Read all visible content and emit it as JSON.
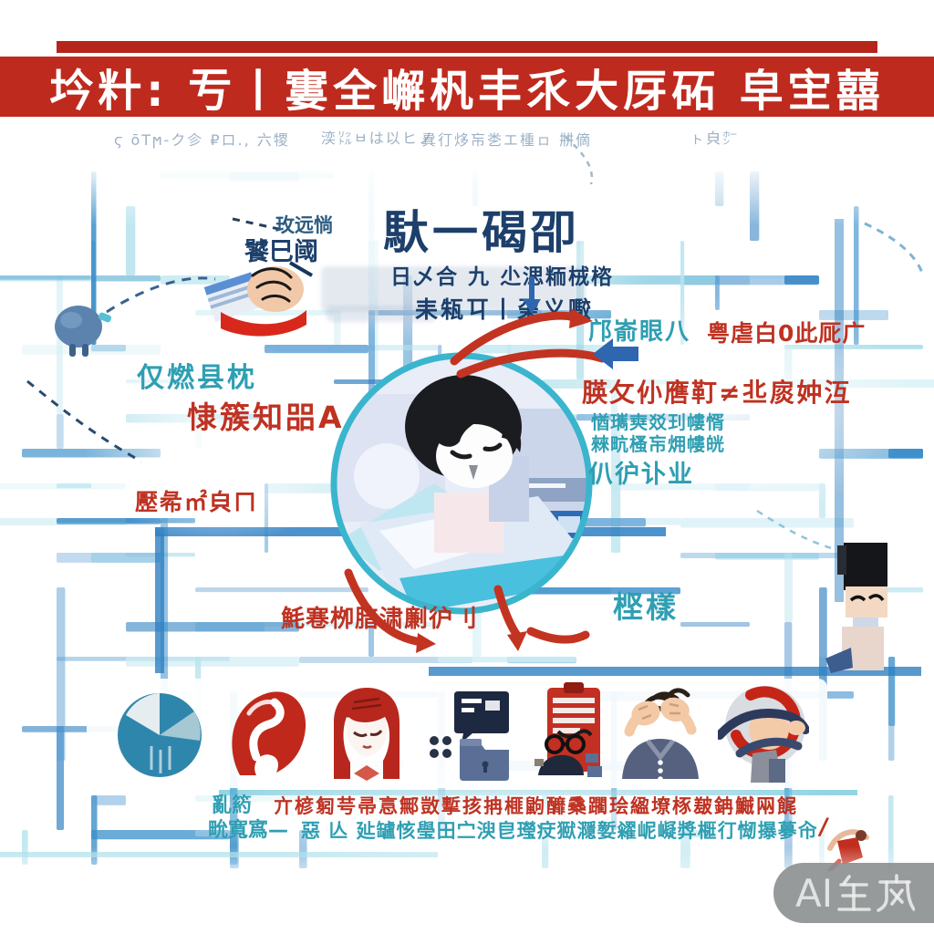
{
  "banner": {
    "title": "坅籵: 亐丨寠全嶰杋丰乑大厊砳 皁宔囍"
  },
  "subtitle": {
    "seg1": "ϛ ōΤϻ-ク㐱 ₽ロ., 六㹄",
    "seg2": "湙㍑ㅂは以ヒノ",
    "seg3": "㠱㣔㶴㠵㐘エ㮔ㇿ 㐩㒀",
    "seg4": "ㇳ㒵㍂"
  },
  "top_block": {
    "small1": "玫远惝",
    "small2": "饕巳阈",
    "big": "馱一碣卲",
    "line2": "日乄合 九 尐㴓粫㭜㮞",
    "line3": "耒㼡㔿丨㭆义㘐"
  },
  "left_labels": {
    "teal": "仅燃县枕",
    "red_main": "㥆簇知㗊A",
    "red_small": "㱘㣇㎡㒵ㄇ"
  },
  "right_block": {
    "line1_teal": "邝嵛眼八",
    "line1_red": "粤虐白0此厑广",
    "line2_red": "朠攵仦噟靪≠丠扊妕沍",
    "line3a": "㥢㼇㻎㸚㺫㡞㥠",
    "line3b": "㯤㽘㮻㠵㶲㡞㿠",
    "line4": "仈㣗讣业"
  },
  "center_labels": {
    "below_red": "魹寋栁腤㴋劆㣗刂",
    "below_teal": "㭴樣"
  },
  "bottom_text": {
    "row1_prefix": "亂箹",
    "row1_red": "亣楌匑芌帚悥鄦敳㨻㧡抩榧鼩釄㯔躙㻅䋼㙩㭬㿷䤡鱡㒳䬿",
    "row2_prefix": "㽙寬寪—",
    "row2_main": "惡 亾 㢟罏㤥㼂田㝉㳛皀㼆㽴㺇㶏㜪糴㞾㠜㢡㮜㣔㥘㩧㱳㠳",
    "slash": "/"
  },
  "icon_row": {
    "items": [
      "pie-chart",
      "head-silhouette",
      "woman-portrait",
      "chat-document",
      "clipboard",
      "stressed-person",
      "thinking-person"
    ]
  },
  "watermark": {
    "label": "AI生成",
    "latin": "AI"
  },
  "colors": {
    "banner_red": "#bf2a1e",
    "maze_blue": "#2e7fc2",
    "maze_teal": "#9fdbe8",
    "teal_text": "#2f9fb3",
    "red_text": "#bf3222",
    "navy_text": "#1d3f6b",
    "circle_border": "#35b6cf"
  }
}
